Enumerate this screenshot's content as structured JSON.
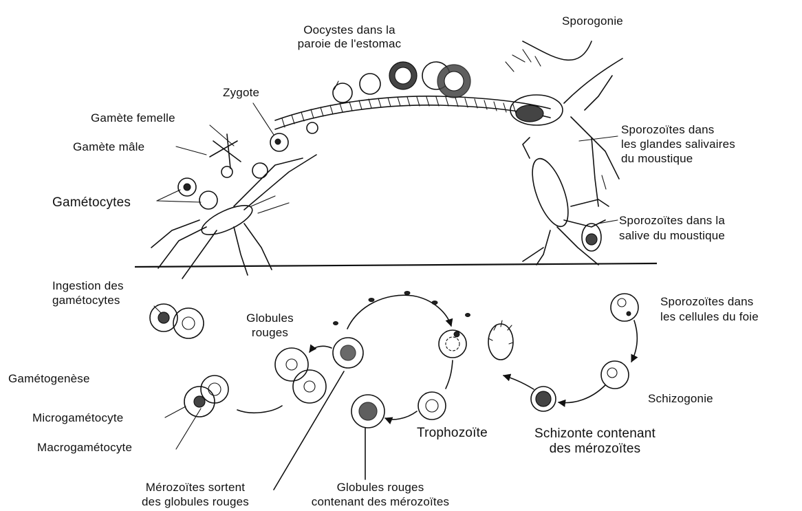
{
  "labels": {
    "sporogonie": "Sporogonie",
    "oocystes": "Oocystes dans la",
    "oocystes2": "paroie de l'estomac",
    "zygote": "Zygote",
    "gamete_femelle": "Gamète femelle",
    "gamete_male": "Gamète mâle",
    "gametocytes": "Gamétocytes",
    "sporo_glandes1": "Sporozoïtes dans",
    "sporo_glandes2": "les glandes salivaires",
    "sporo_glandes3": "du moustique",
    "sporo_salive1": "Sporozoïtes dans la",
    "sporo_salive2": "salive du moustique",
    "ingestion1": "Ingestion des",
    "ingestion2": "gamétocytes",
    "sporo_foie1": "Sporozoïtes dans",
    "sporo_foie2": "les cellules du foie",
    "globules1": "Globules",
    "globules2": "rouges",
    "gametogenese": "Gamétogenèse",
    "schizogonie": "Schizogonie",
    "microgametocyte": "Microgamétocyte",
    "macrogametocyte": "Macrogamétocyte",
    "trophozoite": "Trophozoïte",
    "schizonte1": "Schizonte contenant",
    "schizonte2": "des mérozoïtes",
    "merozoites_sortent1": "Mérozoïtes sortent",
    "merozoites_sortent2": "des globules rouges",
    "globules_contenant1": "Globules rouges",
    "globules_contenant2": "contenant des  mérozoïtes"
  }
}
